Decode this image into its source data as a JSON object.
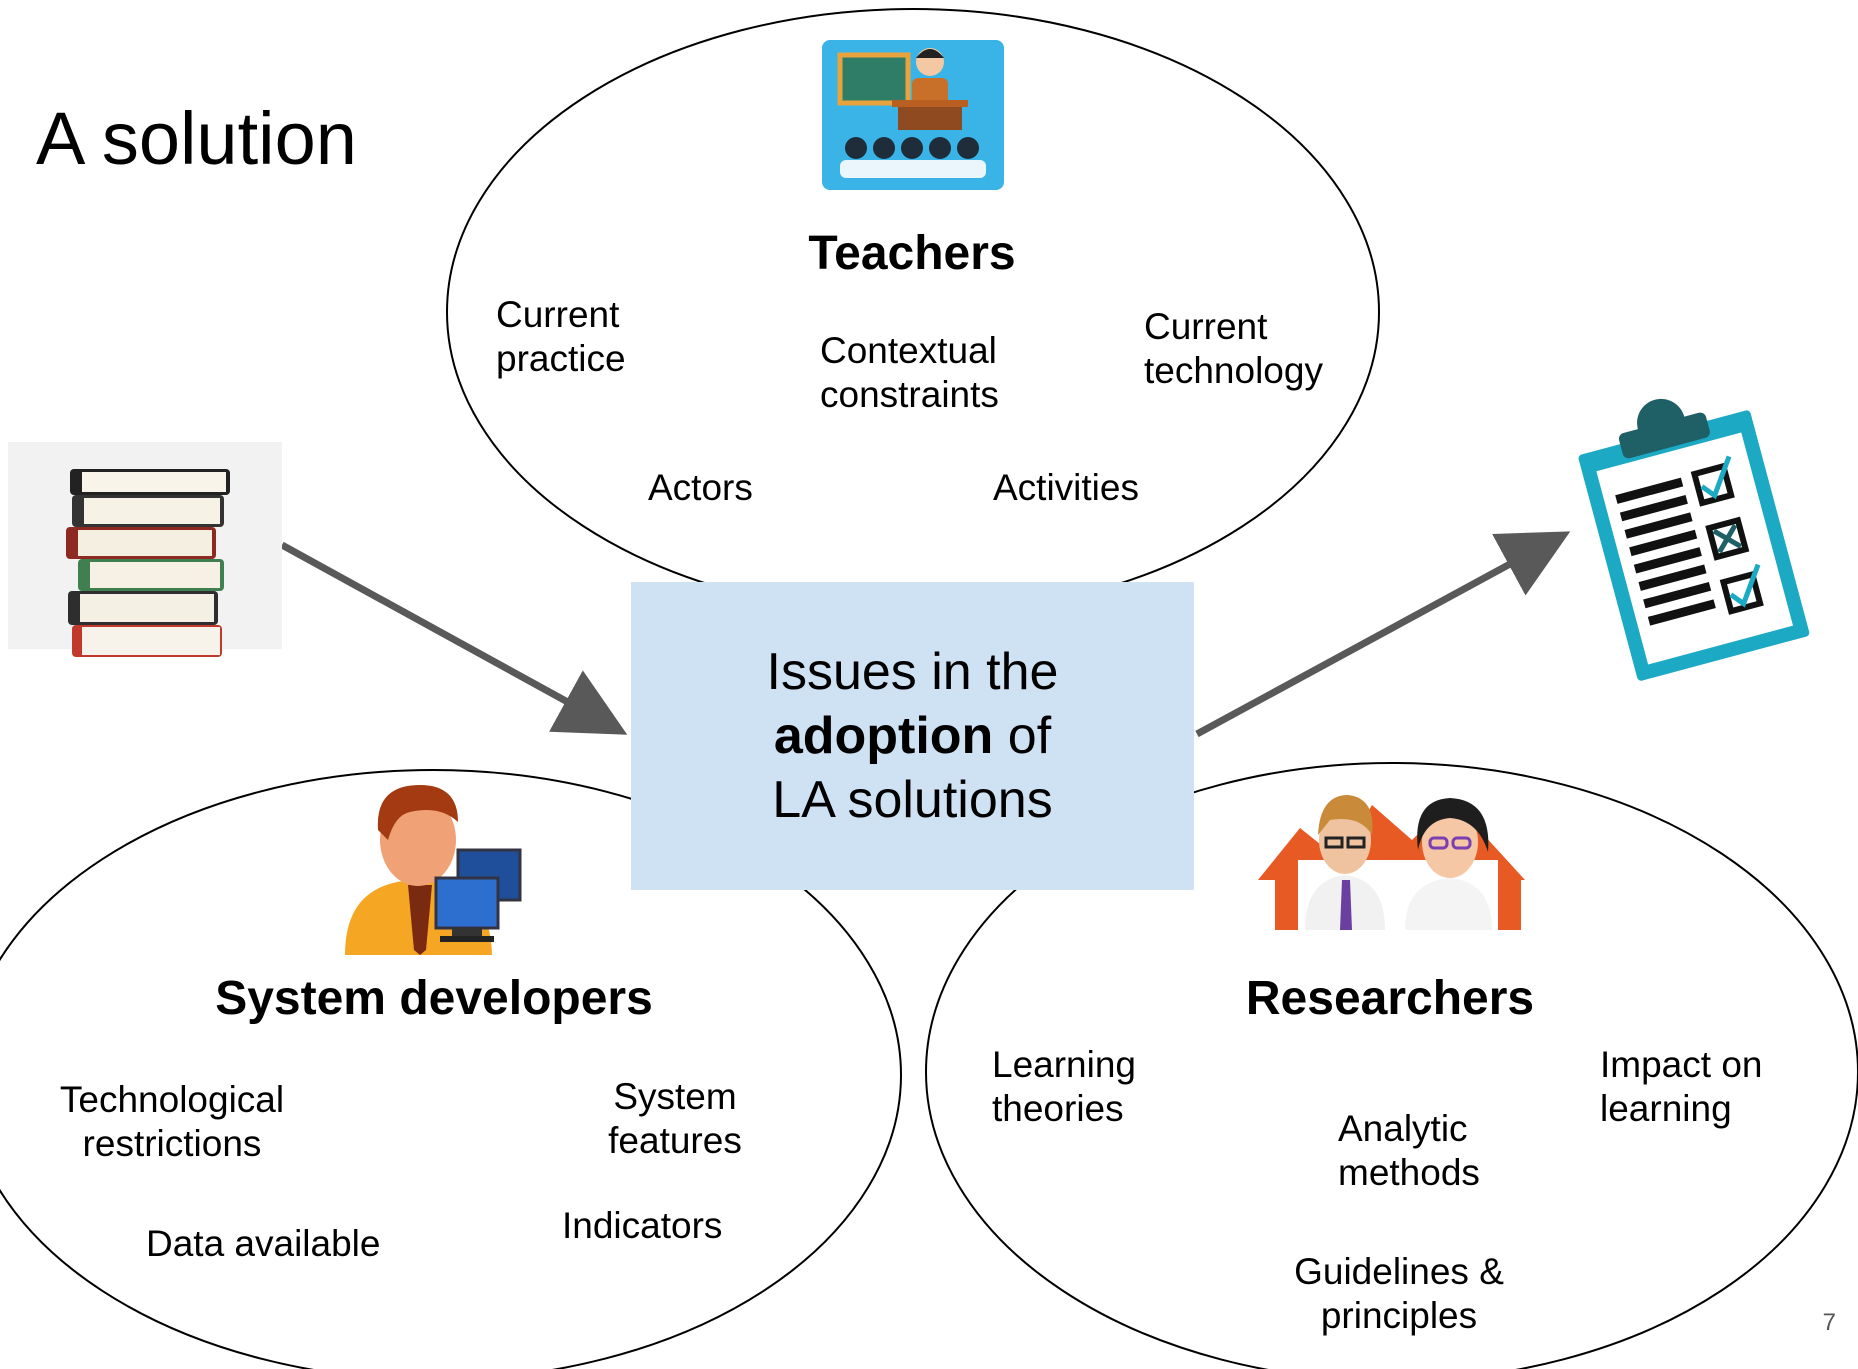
{
  "slide": {
    "title": "A solution",
    "page_number": "7"
  },
  "center": {
    "line1": "Issues in the",
    "line2_bold": "adoption",
    "line2_rest": " of",
    "line3": "LA solutions",
    "fill": "#cfe2f3"
  },
  "teachers": {
    "title": "Teachers",
    "icon": "teacher-classroom-icon",
    "items": [
      "Current\npractice",
      "Contextual\nconstraints",
      "Current\ntechnology",
      "Actors",
      "Activities"
    ]
  },
  "developers": {
    "title": "System developers",
    "icon": "developer-computer-icon",
    "items": [
      "Technological\nrestrictions",
      "System\nfeatures",
      "Data available",
      "Indicators"
    ]
  },
  "researchers": {
    "title": "Researchers",
    "icon": "researchers-icon",
    "items": [
      "Learning\ntheories",
      "Impact on\nlearning",
      "Analytic\nmethods",
      "Guidelines &\nprinciples"
    ]
  },
  "inputs": {
    "icon": "books-stack-icon"
  },
  "outputs": {
    "icon": "clipboard-checklist-icon"
  },
  "colors": {
    "arrow": "#595959",
    "ellipse_stroke": "#000000"
  }
}
